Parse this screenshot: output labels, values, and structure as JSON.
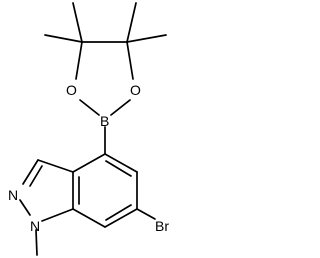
{
  "molecule": {
    "atom_labels": {
      "boron": "B",
      "oxygen_left": "O",
      "oxygen_right": "O",
      "nitrogen_pyrazole": "N",
      "nitrogen_methyl": "N",
      "bromine": "Br"
    },
    "bond_color": "#000000",
    "label_color": "#000000",
    "background_color": "#ffffff"
  }
}
